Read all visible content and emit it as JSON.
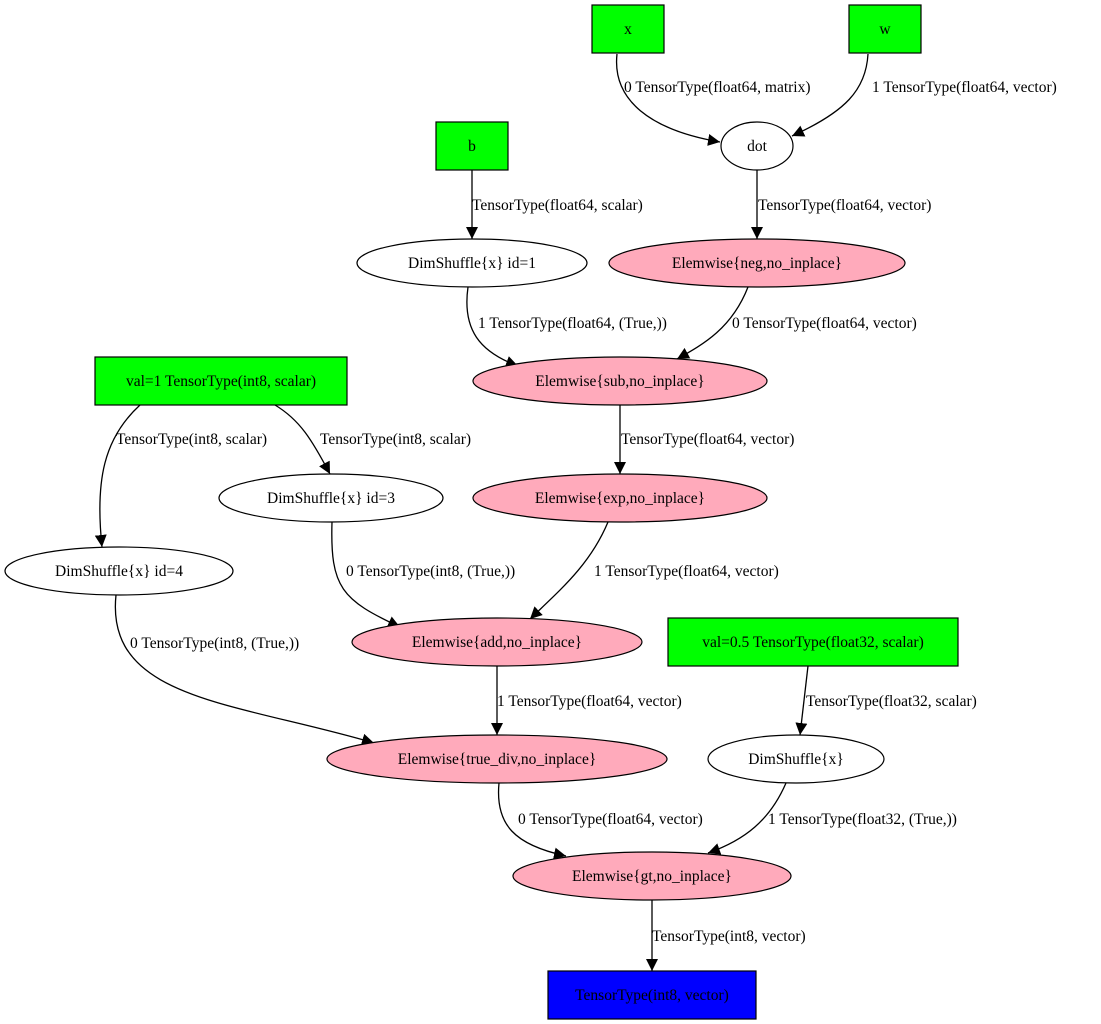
{
  "colors": {
    "input": "#00ff00",
    "output": "#0000ff",
    "apply_op": "#ffaabb",
    "plain_op": "#ffffff",
    "stroke": "#000000"
  },
  "nodes": {
    "x": {
      "label": "x",
      "kind": "input"
    },
    "w": {
      "label": "w",
      "kind": "input"
    },
    "dot": {
      "label": "dot",
      "kind": "plain_op"
    },
    "b": {
      "label": "b",
      "kind": "input"
    },
    "ds1": {
      "label": "DimShuffle{x} id=1",
      "kind": "plain_op"
    },
    "neg": {
      "label": "Elemwise{neg,no_inplace}",
      "kind": "apply_op"
    },
    "sub": {
      "label": "Elemwise{sub,no_inplace}",
      "kind": "apply_op"
    },
    "val1": {
      "label": "val=1 TensorType(int8, scalar)",
      "kind": "input"
    },
    "exp": {
      "label": "Elemwise{exp,no_inplace}",
      "kind": "apply_op"
    },
    "ds3": {
      "label": "DimShuffle{x} id=3",
      "kind": "plain_op"
    },
    "ds4": {
      "label": "DimShuffle{x} id=4",
      "kind": "plain_op"
    },
    "add": {
      "label": "Elemwise{add,no_inplace}",
      "kind": "apply_op"
    },
    "val05": {
      "label": "val=0.5 TensorType(float32, scalar)",
      "kind": "input"
    },
    "tdiv": {
      "label": "Elemwise{true_div,no_inplace}",
      "kind": "apply_op"
    },
    "ds": {
      "label": "DimShuffle{x}",
      "kind": "plain_op"
    },
    "gt": {
      "label": "Elemwise{gt,no_inplace}",
      "kind": "apply_op"
    },
    "out": {
      "label": "TensorType(int8, vector)",
      "kind": "output"
    }
  },
  "edges": [
    {
      "id": "x-dot",
      "from": "x",
      "to": "dot",
      "label": "0 TensorType(float64, matrix)"
    },
    {
      "id": "w-dot",
      "from": "w",
      "to": "dot",
      "label": "1 TensorType(float64, vector)"
    },
    {
      "id": "b-ds1",
      "from": "b",
      "to": "ds1",
      "label": "TensorType(float64, scalar)"
    },
    {
      "id": "dot-neg",
      "from": "dot",
      "to": "neg",
      "label": "TensorType(float64, vector)"
    },
    {
      "id": "ds1-sub",
      "from": "ds1",
      "to": "sub",
      "label": "1 TensorType(float64, (True,))"
    },
    {
      "id": "neg-sub",
      "from": "neg",
      "to": "sub",
      "label": "0 TensorType(float64, vector)"
    },
    {
      "id": "val1-ds4",
      "from": "val1",
      "to": "ds4",
      "label": "TensorType(int8, scalar)"
    },
    {
      "id": "val1-ds3",
      "from": "val1",
      "to": "ds3",
      "label": "TensorType(int8, scalar)"
    },
    {
      "id": "sub-exp",
      "from": "sub",
      "to": "exp",
      "label": "TensorType(float64, vector)"
    },
    {
      "id": "ds3-add",
      "from": "ds3",
      "to": "add",
      "label": "0 TensorType(int8, (True,))"
    },
    {
      "id": "exp-add",
      "from": "exp",
      "to": "add",
      "label": "1 TensorType(float64, vector)"
    },
    {
      "id": "ds4-tdiv",
      "from": "ds4",
      "to": "tdiv",
      "label": "0 TensorType(int8, (True,))"
    },
    {
      "id": "add-tdiv",
      "from": "add",
      "to": "tdiv",
      "label": "1 TensorType(float64, vector)"
    },
    {
      "id": "val05-ds",
      "from": "val05",
      "to": "ds",
      "label": "TensorType(float32, scalar)"
    },
    {
      "id": "tdiv-gt",
      "from": "tdiv",
      "to": "gt",
      "label": "0 TensorType(float64, vector)"
    },
    {
      "id": "ds-gt",
      "from": "ds",
      "to": "gt",
      "label": "1 TensorType(float32, (True,))"
    },
    {
      "id": "gt-out",
      "from": "gt",
      "to": "out",
      "label": "TensorType(int8, vector)"
    }
  ]
}
